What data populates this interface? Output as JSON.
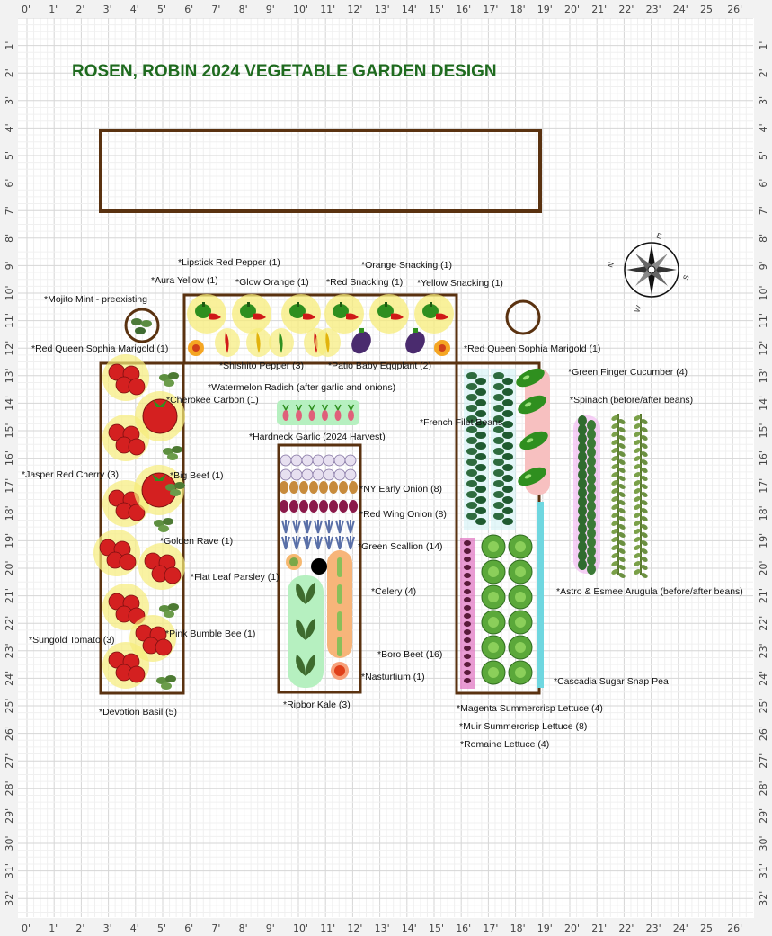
{
  "title": "ROSEN, ROBIN 2024 VEGETABLE GARDEN DESIGN",
  "ruler": {
    "top": [
      "0'",
      "1'",
      "2'",
      "3'",
      "4'",
      "5'",
      "6'",
      "7'",
      "8'",
      "9'",
      "10'",
      "11'",
      "12'",
      "13'",
      "14'",
      "15'",
      "16'",
      "17'",
      "18'",
      "19'",
      "20'",
      "21'",
      "22'",
      "23'",
      "24'",
      "25'",
      "26'"
    ],
    "side": [
      "1'",
      "2'",
      "3'",
      "4'",
      "5'",
      "6'",
      "7'",
      "8'",
      "9'",
      "10'",
      "11'",
      "12'",
      "13'",
      "14'",
      "15'",
      "16'",
      "17'",
      "18'",
      "19'",
      "20'",
      "21'",
      "22'",
      "23'",
      "24'",
      "25'",
      "26'",
      "27'",
      "28'",
      "29'",
      "30'",
      "31'",
      "32'"
    ]
  },
  "compass": {
    "n": "N",
    "e": "E",
    "s": "S",
    "w": "W"
  },
  "labels": {
    "lipstick": "*Lipstick Red Pepper (1)",
    "orange_snack": "*Orange Snacking (1)",
    "aura": "*Aura Yellow (1)",
    "glow": "*Glow Orange (1)",
    "red_snack": "*Red Snacking (1)",
    "yellow_snack": "*Yellow Snacking (1)",
    "mojito": "*Mojito Mint - preexisting",
    "marigold_left": "*Red Queen Sophia Marigold (1)",
    "marigold_right": "*Red Queen Sophia Marigold (1)",
    "shishito": "*Shishito Pepper (3)",
    "eggplant": "*Patio Baby Eggplant (2)",
    "green_finger": "*Green Finger Cucumber (4)",
    "watermelon": "*Watermelon Radish (after garlic and onions)",
    "spinach": "*Spinach (before/after beans)",
    "cherokee": "*Cherokee Carbon (1)",
    "french": "*French Filet Beans",
    "garlic": "*Hardneck Garlic (2024 Harvest)",
    "jasper": "*Jasper Red Cherry (3)",
    "big_beef": "*Big Beef (1)",
    "ny_onion": "*NY Early Onion (8)",
    "red_wing": "*Red Wing Onion (8)",
    "golden_rave": "*Golden Rave (1)",
    "scallion": "*Green Scallion (14)",
    "parsley": "*Flat Leaf Parsley (1)",
    "celery": "*Celery (4)",
    "arugula": "*Astro & Esmee Arugula (before/after beans)",
    "sungold": "*Sungold Tomato (3)",
    "pink_bumble": "*Pink Bumble Bee (1)",
    "boro": "*Boro Beet (16)",
    "nasturtium": "*Nasturtium (1)",
    "cascadia": "*Cascadia Sugar Snap Pea",
    "ripbor": "*Ripbor Kale (3)",
    "devotion": "*Devotion Basil (5)",
    "magenta": "*Magenta Summercrisp Lettuce (4)",
    "muir": "*Muir Summercrisp Lettuce (8)",
    "romaine": "*Romaine Lettuce (4)"
  },
  "colors": {
    "bed_border": "#5a3210",
    "title": "#1f6b1f",
    "tomato": "#d42020",
    "pepper_glow": "#f7ec7a",
    "grid": "#e0e0e0"
  }
}
